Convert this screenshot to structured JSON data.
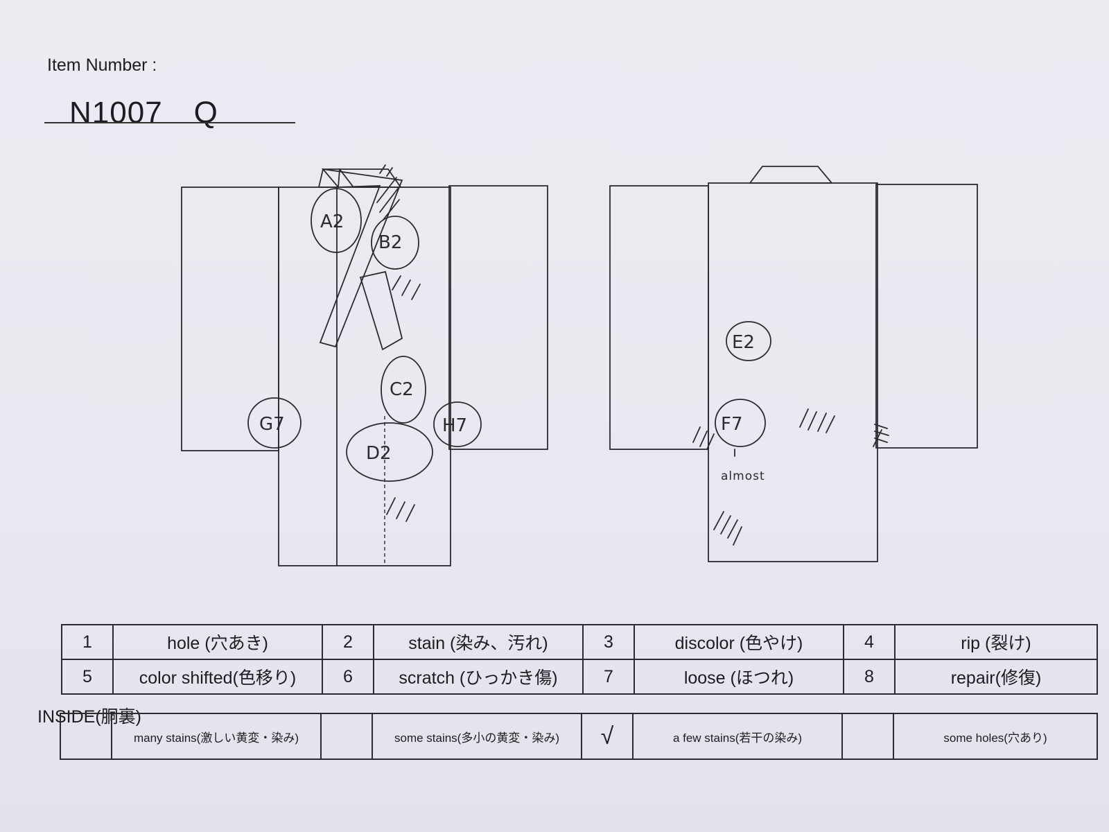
{
  "header": {
    "item_label": "Item Number :",
    "item_number": "N1007　Q"
  },
  "front_marks": [
    {
      "label": "A2"
    },
    {
      "label": "B2"
    },
    {
      "label": "C2"
    },
    {
      "label": "D2"
    },
    {
      "label": "G7"
    },
    {
      "label": "H7"
    }
  ],
  "back_marks": [
    {
      "label": "E2"
    },
    {
      "label": "F7"
    }
  ],
  "back_note": "almost",
  "legend": {
    "row1": [
      {
        "num": "1",
        "text": "hole (穴あき)"
      },
      {
        "num": "2",
        "text": "stain (染み、汚れ)"
      },
      {
        "num": "3",
        "text": "discolor (色やけ)"
      },
      {
        "num": "4",
        "text": "rip (裂け)"
      }
    ],
    "row2": [
      {
        "num": "5",
        "text": "color shifted(色移り)"
      },
      {
        "num": "6",
        "text": "scratch (ひっかき傷)"
      },
      {
        "num": "7",
        "text": "loose (ほつれ)"
      },
      {
        "num": "8",
        "text": "repair(修復)"
      }
    ]
  },
  "inside": {
    "label": "INSIDE(胴裏)",
    "options": [
      {
        "check": "",
        "text": "many stains(激しい黄変・染み)"
      },
      {
        "check": "",
        "text": "some stains(多小の黄変・染み)"
      },
      {
        "check": "√",
        "text": "a few stains(若干の染み)"
      },
      {
        "check": "",
        "text": "some holes(穴あり)"
      }
    ]
  }
}
